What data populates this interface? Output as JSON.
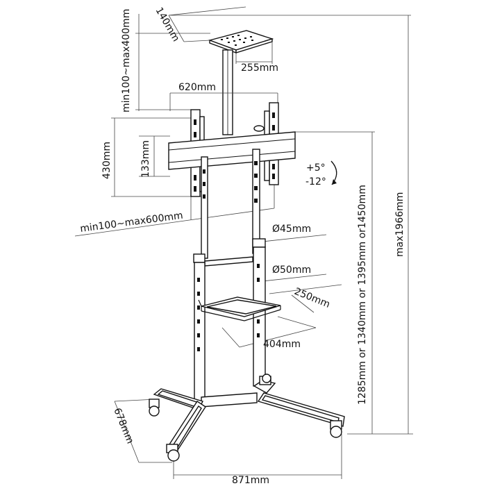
{
  "dimensions": {
    "plate_depth": "140mm",
    "plate_width": "255mm",
    "camera_height": "min100~max400mm",
    "vesa_width": "620mm",
    "vesa_height": "430mm",
    "bracket_height": "133mm",
    "tilt_up": "+5°",
    "tilt_down": "-12°",
    "vesa_range": "min100~max600mm",
    "pole_upper": "Ø45mm",
    "pole_lower": "Ø50mm",
    "shelf_depth": "250mm",
    "shelf_width": "404mm",
    "mount_heights": "1285mm or 1340mm or 1395mm or1450mm",
    "max_height": "max1966mm",
    "base_depth": "678mm",
    "base_width": "871mm"
  }
}
